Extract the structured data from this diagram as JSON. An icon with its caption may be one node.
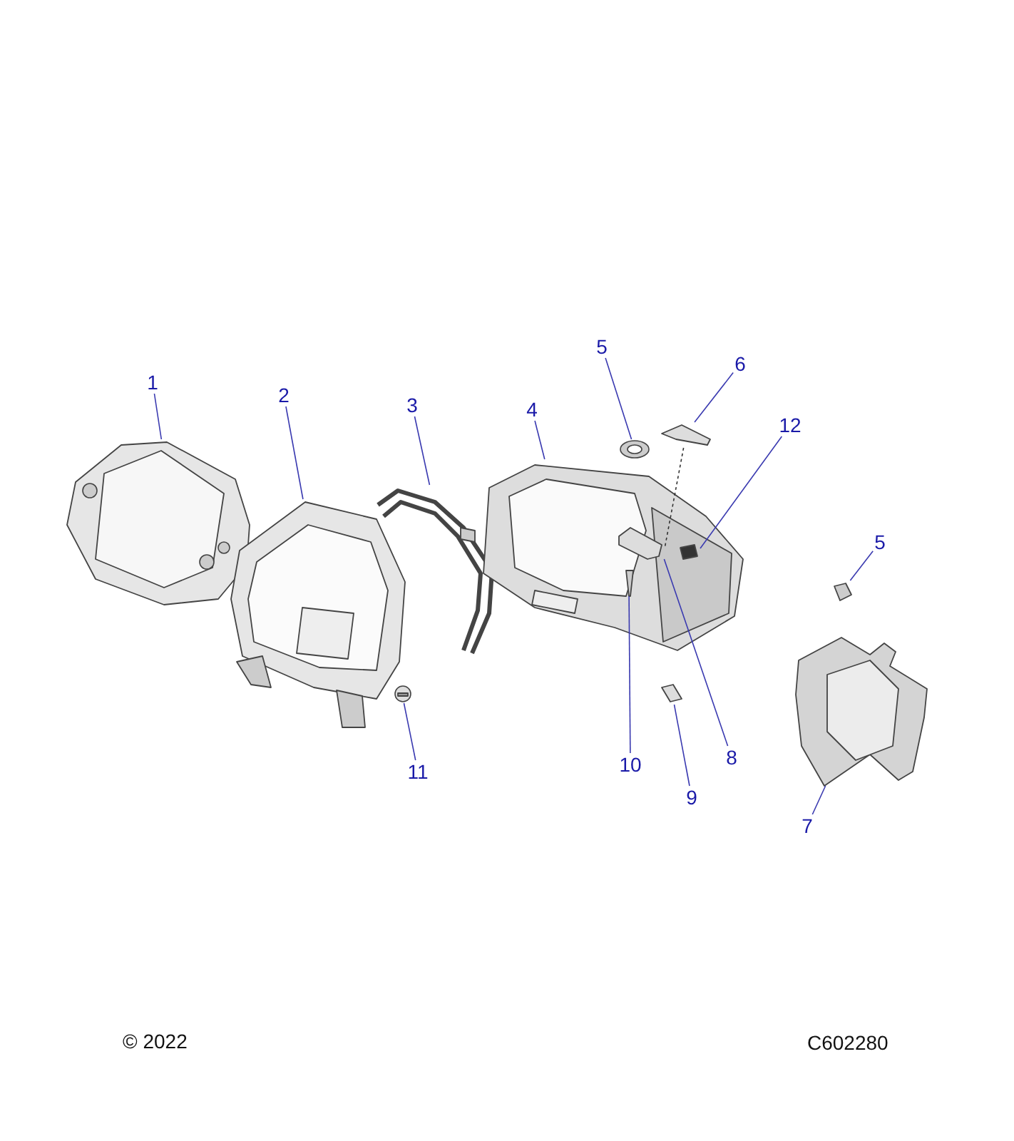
{
  "diagram": {
    "nodes": [
      {
        "text": [
          "1"
        ]
      },
      {
        "text": [
          "2"
        ]
      },
      {
        "text": [
          "3"
        ]
      },
      {
        "text": [
          "4"
        ]
      },
      {
        "text": [
          "5"
        ]
      },
      {
        "text": [
          "6"
        ]
      },
      {
        "text": [
          "12"
        ]
      },
      {
        "text": [
          "5"
        ]
      },
      {
        "text": [
          "11"
        ]
      },
      {
        "text": [
          "10"
        ]
      },
      {
        "text": [
          "8"
        ]
      },
      {
        "text": [
          "9"
        ]
      },
      {
        "text": [
          "7"
        ]
      },
      {
        "text": [],
        "shape": "picture"
      },
      {
        "text": [],
        "shape": "picture"
      },
      {
        "text": [],
        "shape": "picture"
      },
      {
        "text": [],
        "shape": "picture"
      },
      {
        "text": [],
        "shape": "picture"
      },
      {
        "text": [],
        "shape": "picture"
      },
      {
        "text": [],
        "shape": "picture",
        "in": 16
      },
      {
        "text": [],
        "shape": "picture"
      },
      {
        "text": [],
        "shape": "picture"
      },
      {
        "text": [],
        "shape": "picture",
        "in": 16
      },
      {
        "text": [],
        "shape": "picture",
        "in": 16
      },
      {
        "text": [],
        "shape": "picture"
      },
      {
        "text": [],
        "shape": "picture"
      }
    ],
    "edges": [
      {
        "from": 0,
        "to": 13,
        "arrow": "none"
      },
      {
        "from": 1,
        "to": 14,
        "arrow": "none"
      },
      {
        "from": 2,
        "to": 15,
        "arrow": "none"
      },
      {
        "from": 3,
        "to": 16,
        "arrow": "none"
      },
      {
        "from": 4,
        "to": 17,
        "arrow": "none"
      },
      {
        "from": 5,
        "to": 18,
        "arrow": "none"
      },
      {
        "from": 6,
        "to": 19,
        "arrow": "none"
      },
      {
        "from": 7,
        "to": 20,
        "arrow": "none"
      },
      {
        "from": 8,
        "to": 21,
        "arrow": "none"
      },
      {
        "from": 9,
        "to": 22,
        "arrow": "none"
      },
      {
        "from": 10,
        "to": 23,
        "arrow": "none"
      },
      {
        "from": 11,
        "to": 24,
        "arrow": "none"
      },
      {
        "from": 12,
        "to": 25,
        "arrow": "none"
      },
      {
        "from": 18,
        "to": 23,
        "arrow": "none",
        "style": "dashed",
        "color": "#333333"
      }
    ],
    "labels": [
      "© 2022",
      "C602280"
    ]
  }
}
